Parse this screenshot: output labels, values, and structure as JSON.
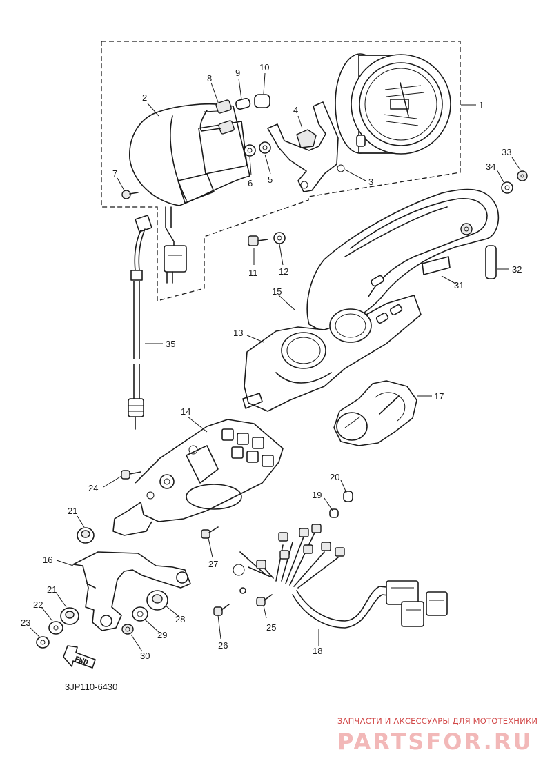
{
  "diagram": {
    "callouts": [
      {
        "id": "1"
      },
      {
        "id": "2"
      },
      {
        "id": "3"
      },
      {
        "id": "4"
      },
      {
        "id": "5"
      },
      {
        "id": "6"
      },
      {
        "id": "7"
      },
      {
        "id": "8"
      },
      {
        "id": "9"
      },
      {
        "id": "10"
      },
      {
        "id": "11"
      },
      {
        "id": "12"
      },
      {
        "id": "13"
      },
      {
        "id": "14"
      },
      {
        "id": "15"
      },
      {
        "id": "16"
      },
      {
        "id": "17"
      },
      {
        "id": "18"
      },
      {
        "id": "19"
      },
      {
        "id": "20"
      },
      {
        "id": "21"
      },
      {
        "id": "21b",
        "label": "21"
      },
      {
        "id": "22"
      },
      {
        "id": "23"
      },
      {
        "id": "24"
      },
      {
        "id": "25"
      },
      {
        "id": "26"
      },
      {
        "id": "27"
      },
      {
        "id": "28"
      },
      {
        "id": "29"
      },
      {
        "id": "30"
      },
      {
        "id": "31"
      },
      {
        "id": "32"
      },
      {
        "id": "33"
      },
      {
        "id": "34"
      },
      {
        "id": "35"
      }
    ],
    "drawing_code": "3JP110-6430",
    "direction_arrow": "FWD"
  },
  "watermark": {
    "tagline": "ЗАПЧАСТИ И АКСЕССУАРЫ ДЛЯ МОТОТЕХНИКИ",
    "brand": "PARTSFOR.RU",
    "color": "#d24a4a"
  }
}
